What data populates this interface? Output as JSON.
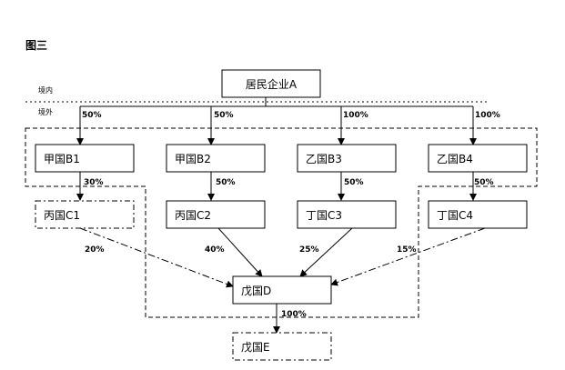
{
  "figure_title": "图三",
  "border_labels": {
    "domestic": "境内",
    "overseas": "境外"
  },
  "nodes": {
    "A": "居民企业A",
    "B1": "甲国B1",
    "B2": "甲国B2",
    "B3": "乙国B3",
    "B4": "乙国B4",
    "C1": "丙国C1",
    "C2": "丙国C2",
    "C3": "丁国C3",
    "C4": "丁国C4",
    "D": "戊国D",
    "E": "戊国E"
  },
  "percentages": {
    "A_B1": "50%",
    "A_B2": "50%",
    "A_B3": "100%",
    "A_B4": "100%",
    "B1_C1": "30%",
    "B2_C2": "50%",
    "B3_C3": "50%",
    "B4_C4": "50%",
    "C1_D": "20%",
    "C2_D": "40%",
    "C3_D": "25%",
    "C4_D": "15%",
    "D_E": "100%"
  }
}
